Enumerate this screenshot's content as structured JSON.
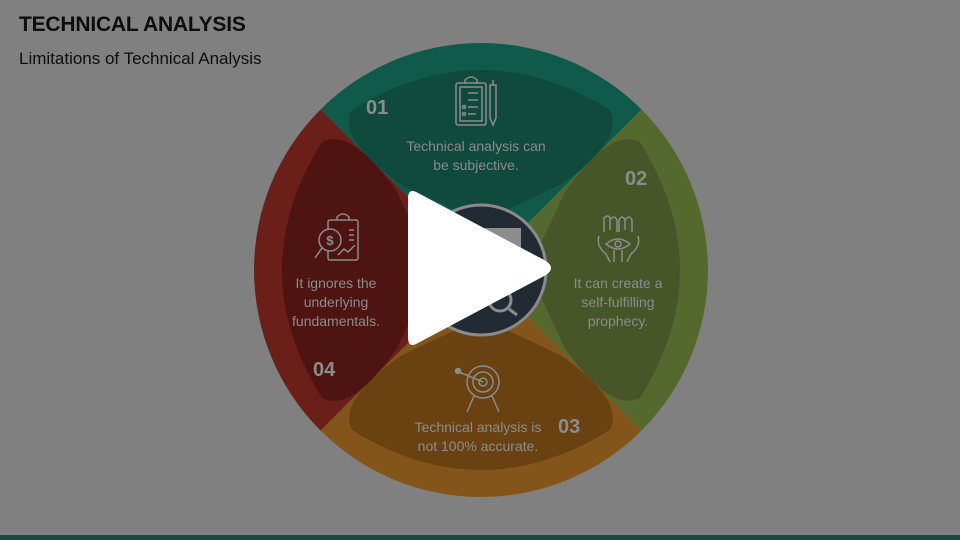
{
  "slide": {
    "title": "TECHNICAL ANALYSIS",
    "subtitle": "Limitations of Technical Analysis"
  },
  "segments": [
    {
      "number": "01",
      "text_line1": "Technical analysis can",
      "text_line2": "be subjective.",
      "icon": "clipboard-checklist-pen-icon",
      "color": "#0f5144",
      "inner_color": "#0f4a3d"
    },
    {
      "number": "02",
      "text_line1": "It can create a",
      "text_line2": "self-fulfilling",
      "text_line3": "prophecy.",
      "icon": "hands-eye-icon",
      "color": "#4f6130",
      "inner_color": "#465628"
    },
    {
      "number": "03",
      "text_line1": "Technical analysis is",
      "text_line2": "not 100% accurate.",
      "icon": "target-arrow-icon",
      "color": "#7a4f12",
      "inner_color": "#6a4211"
    },
    {
      "number": "04",
      "text_line1": "It ignores the",
      "text_line2": "underlying",
      "text_line3": "fundamentals.",
      "icon": "magnifier-dollar-report-icon",
      "color": "#5e1a15",
      "inner_color": "#4e1412"
    }
  ],
  "center": {
    "icon": "chart-magnifier-icon",
    "color": "#222a33"
  },
  "overlay": {
    "icon": "play-icon",
    "color": "#ffffff"
  },
  "colors": {
    "background": "#808080",
    "bottom_bar": "#134d3f",
    "text_muted": "#8c8c8c"
  }
}
